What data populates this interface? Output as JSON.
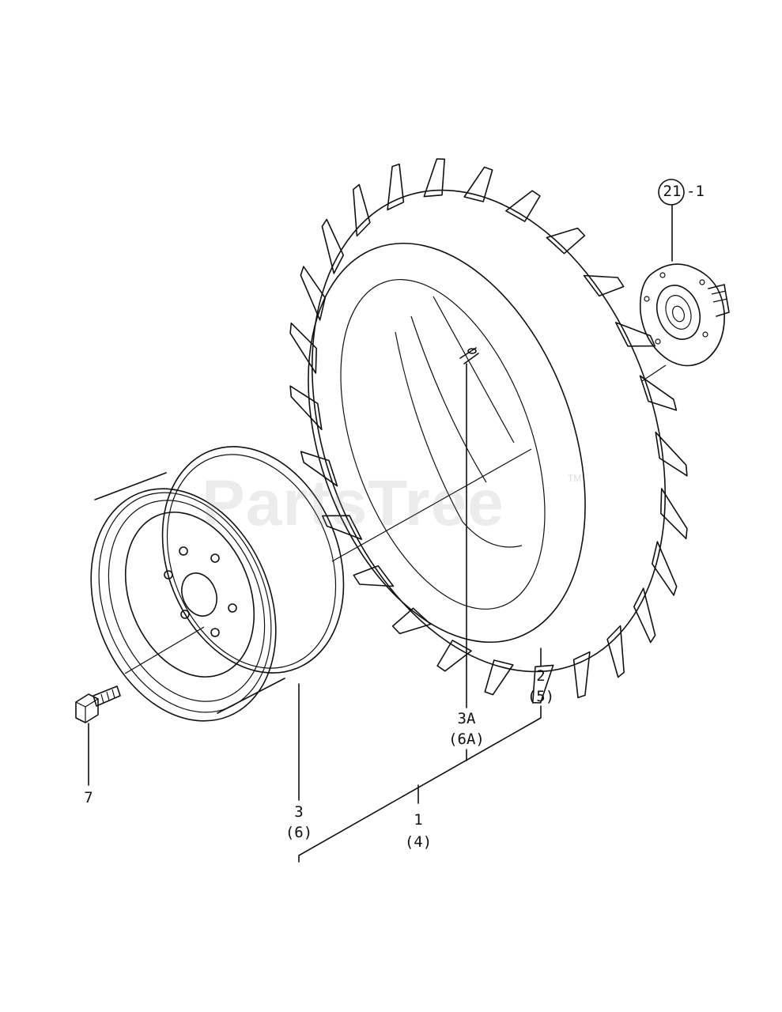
{
  "watermark": {
    "text": "PartsTree",
    "tm": "TM"
  },
  "callouts": {
    "hub": {
      "circled": "21",
      "suffix": "-1"
    },
    "tire": {
      "main": "2",
      "alt": "(5)"
    },
    "valve": {
      "main": "3A",
      "alt": "(6A)"
    },
    "wheel_assembly": {
      "main": "1",
      "alt": "(4)"
    },
    "rim": {
      "main": "3",
      "alt": "(6)"
    },
    "bolt": {
      "main": "7"
    }
  }
}
